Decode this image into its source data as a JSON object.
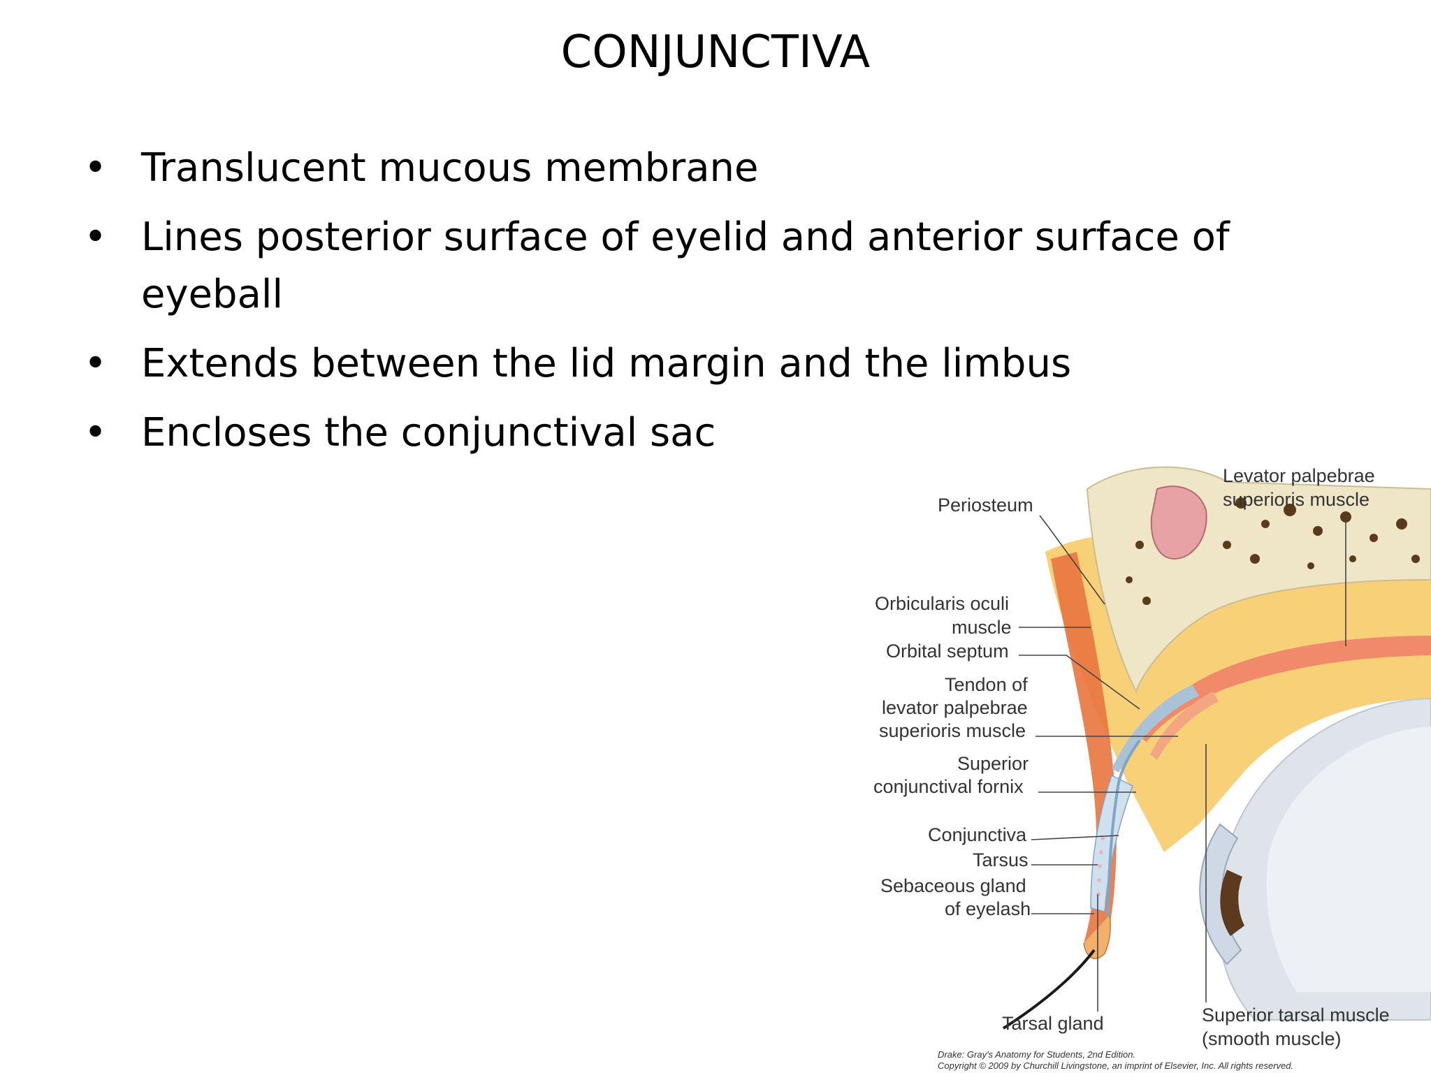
{
  "slide": {
    "title": "CONJUNCTIVA",
    "bullets": [
      {
        "line1": "Translucent mucous membrane",
        "line2": ""
      },
      {
        "line1": "Lines posterior surface of eyelid and anterior surface of",
        "line2": "eyeball"
      },
      {
        "line1": "Extends between the lid margin and the limbus",
        "line2": ""
      },
      {
        "line1": "Encloses the conjunctival sac",
        "line2": ""
      }
    ],
    "bullet_glyph": "•"
  },
  "figure": {
    "labels": {
      "levator_1": "Levator palpebrae",
      "levator_2": "superioris muscle",
      "periosteum": "Periosteum",
      "orbicularis_1": "Orbicularis oculi",
      "orbicularis_2": "muscle",
      "orbital_septum": "Orbital septum",
      "tendon_1": "Tendon of",
      "tendon_2": "levator palpebrae",
      "tendon_3": "superioris muscle",
      "fornix_1": "Superior",
      "fornix_2": "conjunctival fornix",
      "conjunctiva": "Conjunctiva",
      "tarsus": "Tarsus",
      "sebaceous_1": "Sebaceous gland",
      "sebaceous_2": "of eyelash",
      "tarsal_gland": "Tarsal gland",
      "superior_tarsal_1": "Superior tarsal muscle",
      "superior_tarsal_2": "(smooth muscle)"
    },
    "credit_1": "Drake: Gray's Anatomy for Students, 2nd Edition.",
    "credit_2": "Copyright © 2009 by Churchill Livingstone, an imprint of Elsevier, Inc. All rights reserved.",
    "colors": {
      "fat": "#f7c860",
      "muscle": "#e9743f",
      "bone": "#efe6c8",
      "eyeball": "#d9dde6",
      "iris": "#5b3a1e"
    }
  }
}
